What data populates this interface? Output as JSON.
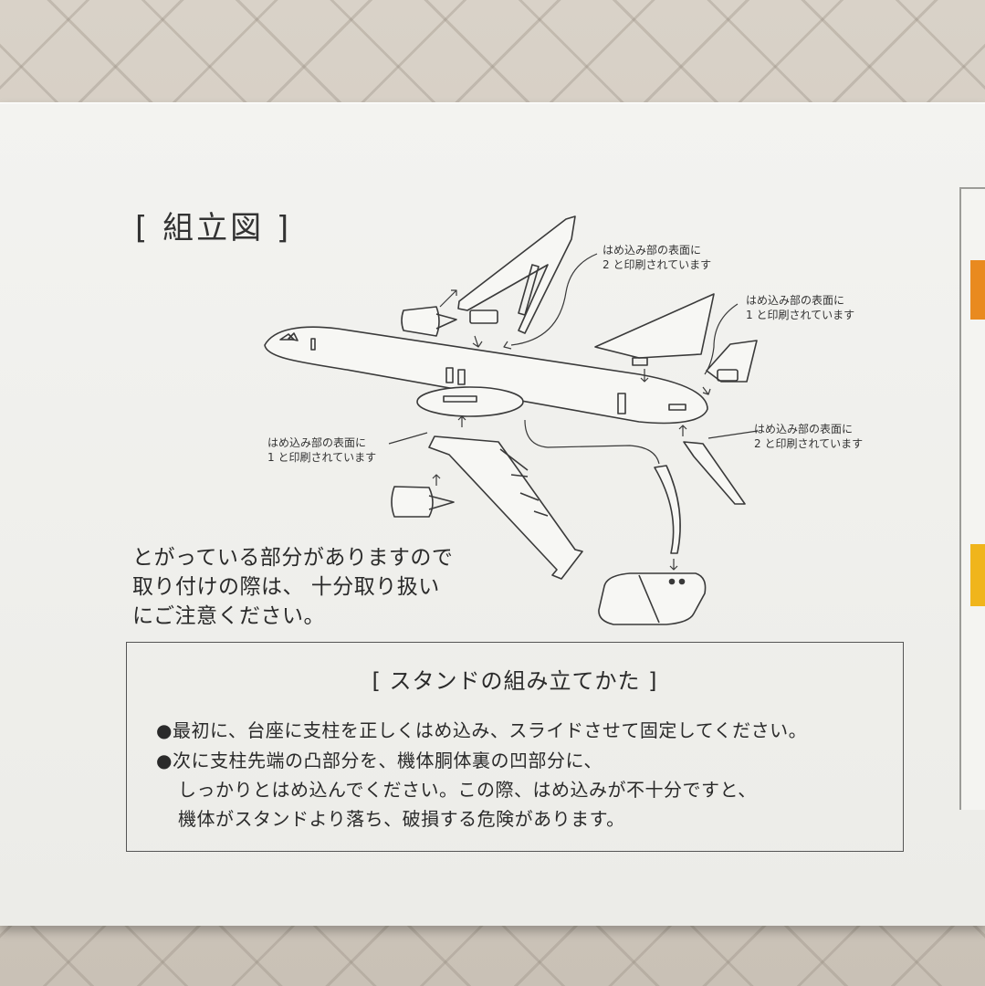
{
  "assembly": {
    "title": "[ 組立図 ]",
    "notes": [
      {
        "line1": "はめ込み部の表面に",
        "line2": "2 と印刷されています"
      },
      {
        "line1": "はめ込み部の表面に",
        "line2": "1 と印刷されています"
      },
      {
        "line1": "はめ込み部の表面に",
        "line2": "1 と印刷されています"
      },
      {
        "line1": "はめ込み部の表面に",
        "line2": "2 と印刷されています"
      }
    ],
    "warning": [
      "とがっている部分がありますので",
      "取り付けの際は、 十分取り扱い",
      "にご注意ください。"
    ]
  },
  "stand": {
    "title": "[ スタンドの組み立てかた ]",
    "lines": [
      "●最初に、台座に支柱を正しくはめ込み、スライドさせて固定してください。",
      "●次に支柱先端の凸部分を、機体胴体裏の凹部分に、",
      "しっかりとはめ込んでください。この際、はめ込みが不十分ですと、",
      "機体がスタンドより落ち、破損する危険があります。"
    ]
  },
  "colors": {
    "orange_stripe": "#e98a1f",
    "yellow_stripe": "#f0b51c",
    "ink": "#333333"
  }
}
